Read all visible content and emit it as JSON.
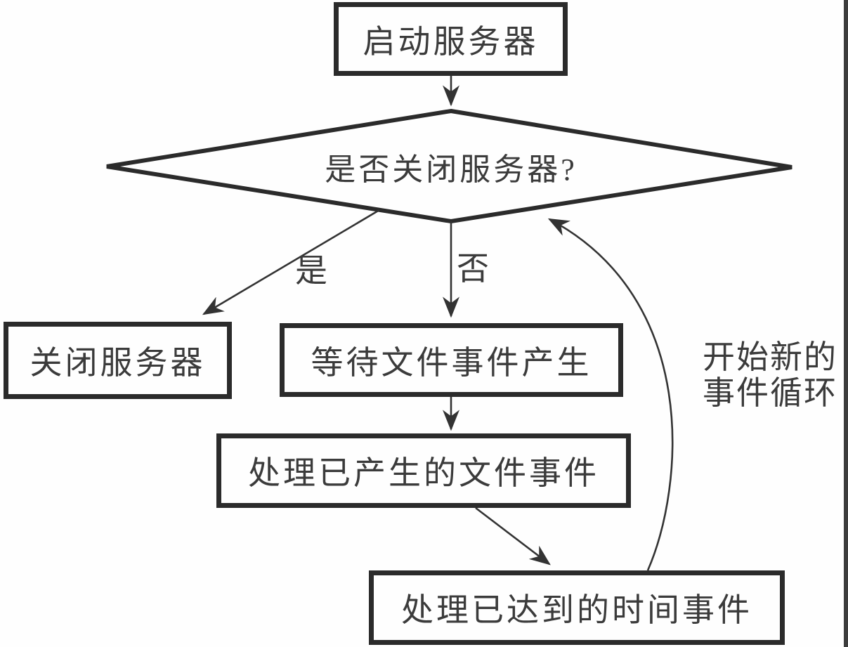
{
  "diagram_title": "server-event-loop-flowchart",
  "nodes": {
    "start": "启动服务器",
    "decision": "是否关闭服务器?",
    "close": "关闭服务器",
    "wait": "等待文件事件产生",
    "process_file": "处理已产生的文件事件",
    "process_time": "处理已达到的时间事件"
  },
  "edge_labels": {
    "yes": "是",
    "no": "否",
    "loop_line1": "开始新的",
    "loop_line2": "事件循环"
  },
  "colors": {
    "line": "#333333",
    "border": "#2b2b2b",
    "text": "#3b3b3b",
    "background": "#fefefe"
  }
}
